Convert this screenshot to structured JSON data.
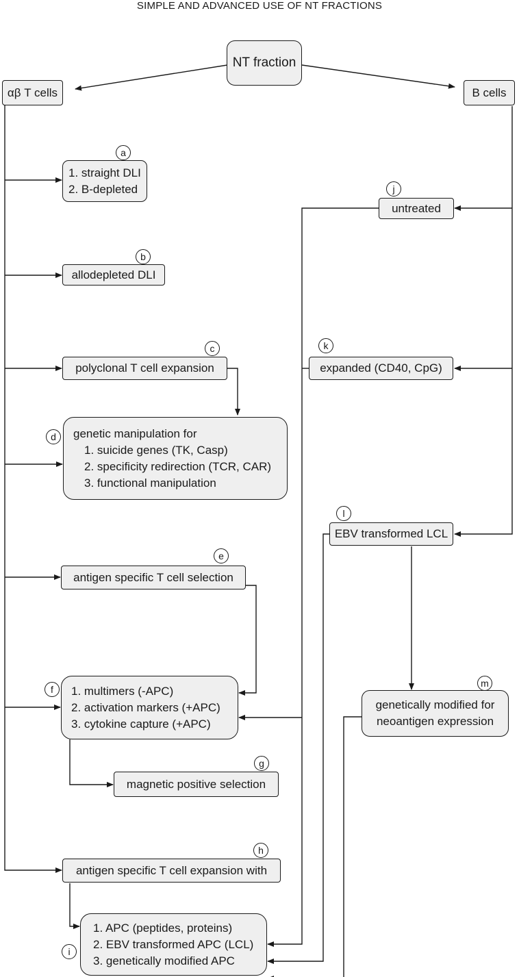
{
  "title": "SIMPLE AND ADVANCED USE OF NT FRACTIONS",
  "nodes": {
    "nt": "NT fraction",
    "ab": "αβ T cells",
    "b": "B cells",
    "a": [
      "1. straight DLI",
      "2. B-depleted"
    ],
    "bb": "allodepleted DLI",
    "c": "polyclonal T cell expansion",
    "d": [
      "genetic manipulation for",
      "1. suicide genes (TK, Casp)",
      "2. specificity redirection (TCR, CAR)",
      "3. functional manipulation"
    ],
    "e": "antigen specific T cell selection",
    "f": [
      "1. multimers (-APC)",
      "2. activation markers (+APC)",
      "3. cytokine capture (+APC)"
    ],
    "g": "magnetic positive selection",
    "h": "antigen specific T cell expansion with",
    "i": [
      "1. APC (peptides, proteins)",
      "2. EBV transformed APC (LCL)",
      "3. genetically modified APC"
    ],
    "j": "untreated",
    "k": "expanded (CD40, CpG)",
    "l": "EBV transformed LCL",
    "m": [
      "genetically modified for",
      "neoantigen expression"
    ]
  },
  "tags": [
    "a",
    "b",
    "c",
    "d",
    "e",
    "f",
    "g",
    "h",
    "i",
    "j",
    "k",
    "l",
    "m"
  ]
}
